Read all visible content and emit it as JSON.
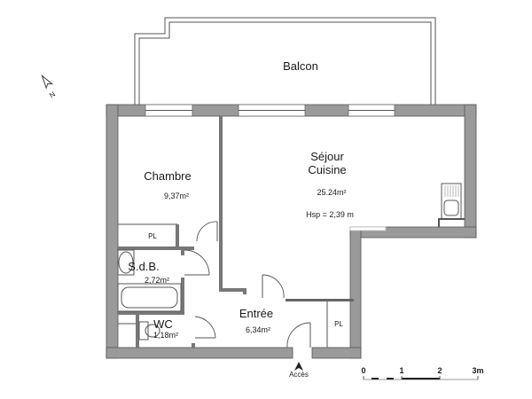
{
  "plan": {
    "compass": {
      "label": "N",
      "icon": "north-arrow-icon"
    },
    "rooms": [
      {
        "id": "balcon",
        "name": "Balcon"
      },
      {
        "id": "chambre",
        "name": "Chambre",
        "area": "9,37m²"
      },
      {
        "id": "sejour",
        "name_line1": "Séjour",
        "name_line2": "Cuisine",
        "area": "25.24m²",
        "height": "Hsp = 2,39 m"
      },
      {
        "id": "sdb",
        "name": "S.d.B.",
        "area": "2,72m²"
      },
      {
        "id": "wc",
        "name": "WC",
        "area": "1,18m²"
      },
      {
        "id": "entree",
        "name": "Entrée",
        "area": "6,34m²"
      },
      {
        "id": "pl1",
        "name": "PL"
      },
      {
        "id": "pl2",
        "name": "PL"
      }
    ],
    "access": {
      "label": "Accès",
      "icon": "access-arrow-icon"
    },
    "scale": {
      "ticks": [
        "0",
        "1",
        "2",
        "3m"
      ]
    },
    "colors": {
      "wall": "#9a9a9a",
      "line": "#555555"
    }
  }
}
